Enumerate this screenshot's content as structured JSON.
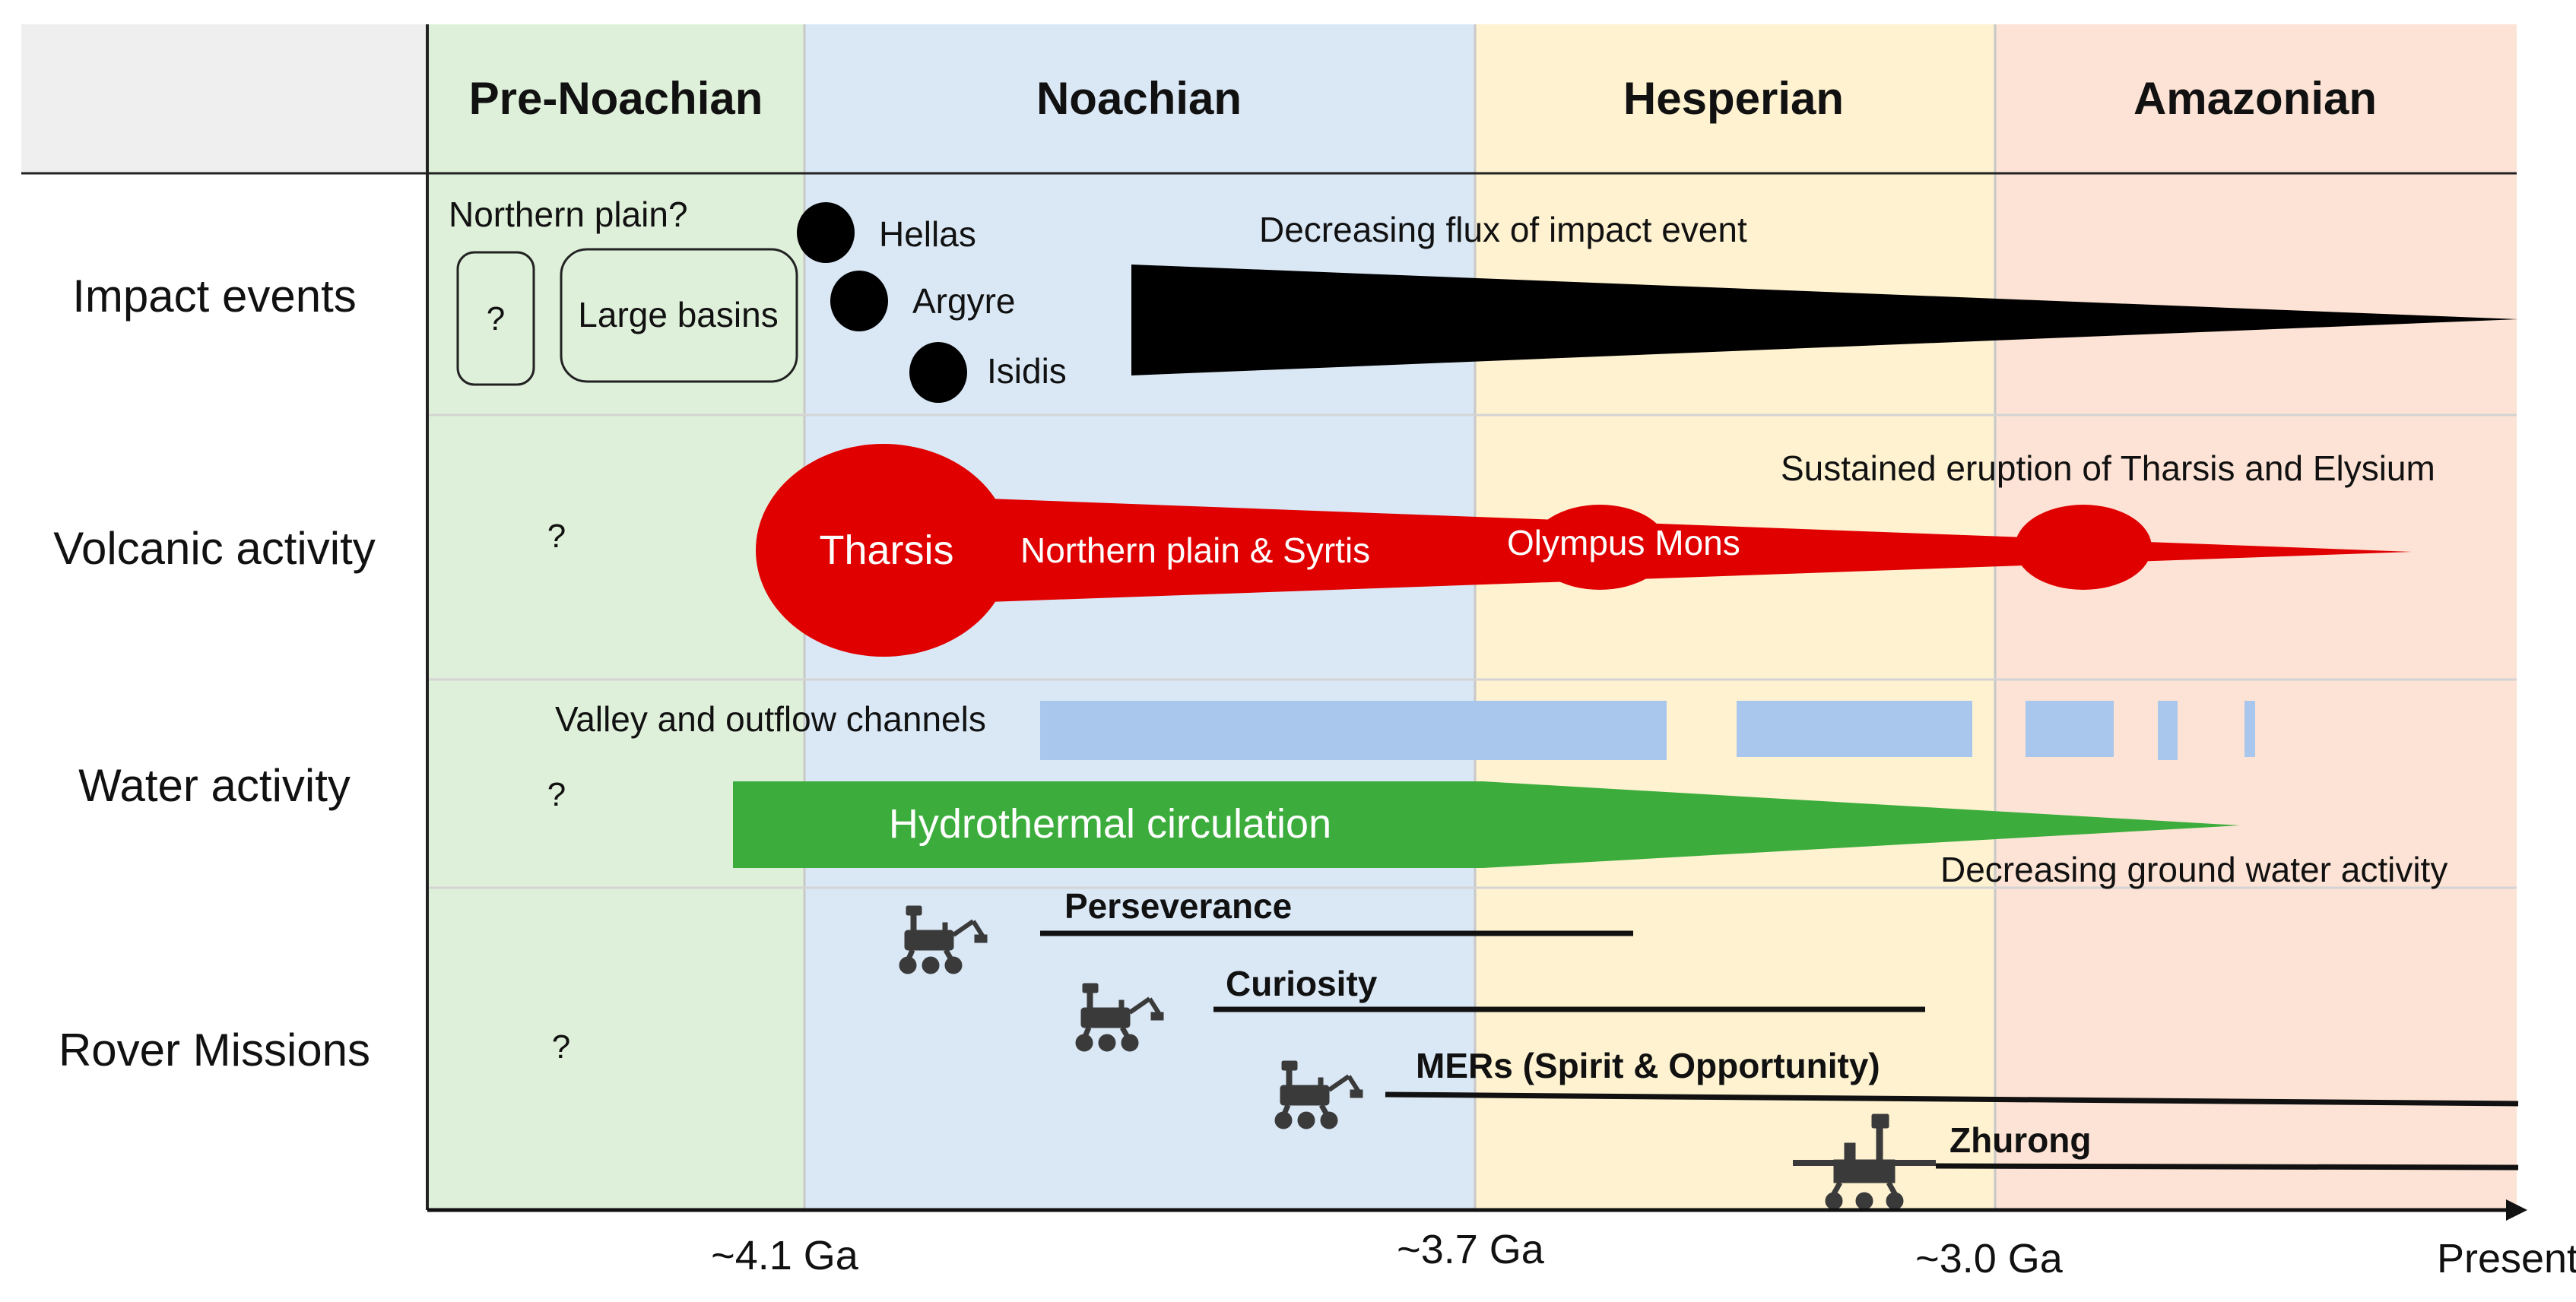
{
  "header": {
    "eras": [
      "Pre-Noachian",
      "Noachian",
      "Hesperian",
      "Amazonian"
    ]
  },
  "rows": {
    "impact": "Impact events",
    "volcanic": "Volcanic activity",
    "water": "Water activity",
    "rover": "Rover Missions"
  },
  "impact": {
    "northern_plain": "Northern plain?",
    "unknown": "?",
    "large_basins": "Large basins",
    "hellas": "Hellas",
    "argyre": "Argyre",
    "isidis": "Isidis",
    "flux": "Decreasing flux of impact event"
  },
  "volcanic": {
    "unknown": "?",
    "tharsis": "Tharsis",
    "northern_syrtis": "Northern plain & Syrtis",
    "olympus": "Olympus Mons",
    "sustained": "Sustained eruption of Tharsis and Elysium"
  },
  "water": {
    "unknown": "?",
    "channels": "Valley and outflow channels",
    "hydrothermal": "Hydrothermal circulation",
    "groundwater": "Decreasing ground water activity"
  },
  "rovers": {
    "unknown": "?",
    "perseverance": "Perseverance",
    "curiosity": "Curiosity",
    "mers": "MERs (Spirit & Opportunity)",
    "zhurong": "Zhurong"
  },
  "axis": {
    "ticks": [
      "~4.1 Ga",
      "~3.7 Ga",
      "~3.0 Ga",
      "Present"
    ]
  },
  "colors": {
    "pre_noachian": "#dff0da",
    "noachian": "#dae8f6",
    "hesperian": "#fef2d0",
    "amazonian": "#fde3d5",
    "header_left": "#efefef",
    "impact": "#000000",
    "volcanic": "#e00000",
    "channels": "#a9c6ec",
    "hydrothermal": "#3cad3c"
  }
}
